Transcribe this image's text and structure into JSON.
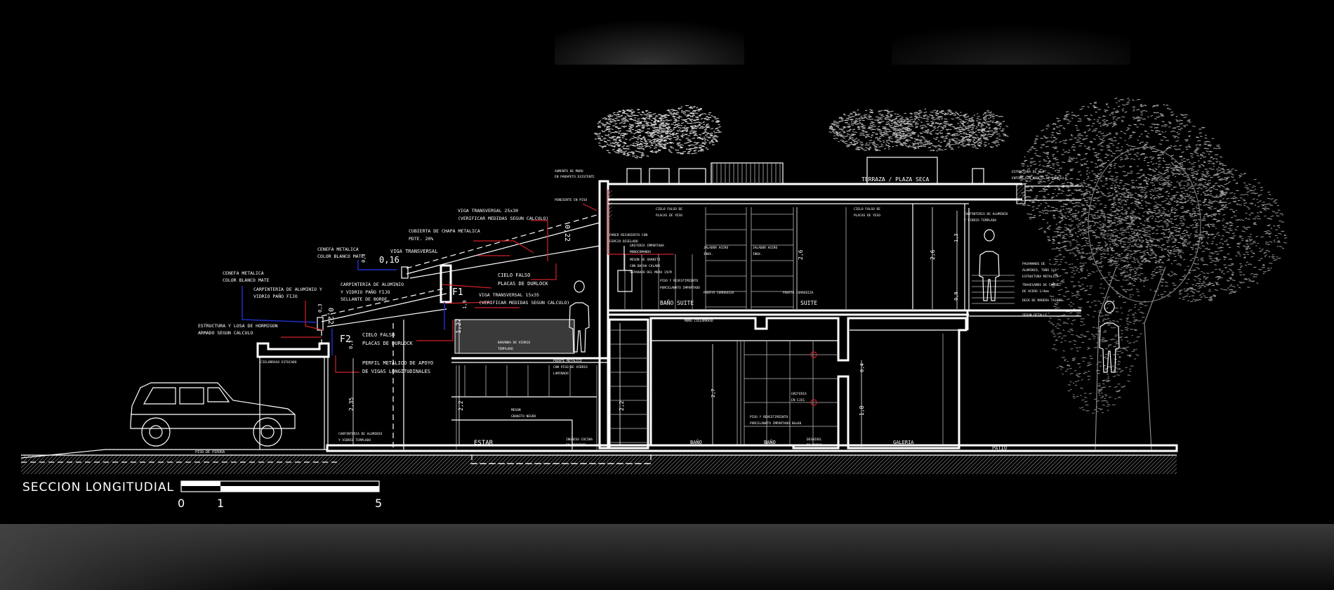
{
  "title": "SECCION LONGITUDIAL",
  "scale": {
    "labels": [
      "0",
      "1",
      "5"
    ],
    "unit_marks": [
      0,
      1,
      5
    ]
  },
  "colors": {
    "background": "#000000",
    "lines": "#ffffff",
    "leader_red": "#d0202a",
    "leader_blue": "#2030d0"
  },
  "labels": {
    "cenefa1": [
      "CENEFA METALICA",
      "COLOR BLANCO MATE"
    ],
    "carp1": [
      "CARPINTERIA DE ALUMINIO Y",
      "VIDRIO PAÑO FIJO"
    ],
    "estructura": [
      "ESTRUCTURA Y LOSA DE HORMIGON",
      "ARMADO SEGUN CALCULO"
    ],
    "cenefa2": [
      "CENEFA METALICA",
      "COLOR BLANCO MATE"
    ],
    "viga": [
      "VIGA TRANSVERSAL"
    ],
    "cubierta": [
      "CUBIERTA DE CHAPA METALICA",
      "PDTE. 20%"
    ],
    "viga2530": [
      "VIGA TRANSVERSAL 25x30",
      "(VERIFICAR MEDIDAS SEGUN CALCULO)"
    ],
    "carp2": [
      "CARPINTERIA DE ALUMINIO",
      "Y VIDRIO PAÑO FIJO"
    ],
    "sellante": [
      "SELLANTE DE BORDE"
    ],
    "cielo1": [
      "CIELO FALSO",
      "PLACAS DE DURLOCK"
    ],
    "viga1535": [
      "VIGA TRANSVERSAL 15x35",
      "(VERIFICAR MEDIDAS SEGUN CALCULO)"
    ],
    "cielo2": [
      "CIELO FALSO",
      "PLACAS DE DURLOCK"
    ],
    "perfil": [
      "PERFIL METALICO DE APOYO",
      "DE VIGAS LONGITUDINALES"
    ],
    "cielorraso": [
      "CIELORRASO ESTUCADO"
    ],
    "carp3": [
      "CARPINTERIA DE ALUMINIO",
      "Y VIDRIO TEMPLADO"
    ],
    "piso_piedra": [
      "PISO DE PIEDRA"
    ],
    "baranda": [
      "BARANDA DE VIDRIO",
      "TEMPLADO"
    ],
    "puente": [
      "PUENTE METALICO",
      "CON PISO DE VIDRIO",
      "LAMINADO"
    ],
    "meson": [
      "MESON",
      "GRANITO NEGRO"
    ],
    "estar": [
      "ESTAR"
    ],
    "ingreso": [
      "INGRESO COCINA",
      "EN DESNIVEL"
    ],
    "aumento": [
      "AUMENTO DE MURO",
      "EN PARAPETO EXISTENTE"
    ],
    "pendiente": [
      "PENDIENTE EN PISO"
    ],
    "cielo_yeso1": [
      "CIELO FALSO DE",
      "PLACAS DE YESO"
    ],
    "pared": [
      "PARED RECUBIERTA CON",
      "ESPEJO BISELADO"
    ],
    "griferia": [
      "GRIFERIA IMPORTADA",
      "MONOCOMANDO"
    ],
    "meson2": [
      "MESON DE GRANITO",
      "CON BACHA CALADA",
      "SEPARADO DEL MURO 15CM"
    ],
    "piso1": [
      "PISO Y REVESTIMIENTO",
      "PORCELANATO IMPORTADO"
    ],
    "bano_suite": [
      "BAÑO SUITE"
    ],
    "jalador1": [
      "JALADOR ACERO",
      "INOX."
    ],
    "jalador2": [
      "JALADOR ACERO",
      "INOX."
    ],
    "puerta1": [
      "PUERTA CORREDIZA"
    ],
    "puerta2": [
      "PUERTA CORREDIZA"
    ],
    "suite": [
      "SUITE"
    ],
    "cielo_yeso2": [
      "CIELO FALSO DE",
      "PLACAS DE YESO"
    ],
    "terraza": [
      "TERRAZA / PLAZA SECA"
    ],
    "carp4": [
      "CARPINTERIA DE ALUMINIO",
      "Y VIDRIO TEMPLADO"
    ],
    "estr_ha": [
      "ESTRUCTURA DE H.A.",
      "ENTERA SIN MURETE DE LADRILLO"
    ],
    "pasamanos": [
      "PASAMANOS DE",
      "ALUMINIO, TUBO 1x3"
    ],
    "estr_met": [
      "ESTRUCTURA METALICA"
    ],
    "travesanos": [
      "TRAVESAÑOS DE CABLE",
      "DE ACERO 1/4mm"
    ],
    "deck": [
      "DECK DE MADERA TAJIBO"
    ],
    "segun": [
      "SEGUN DETALLE"
    ],
    "muro_cielo": [
      "MURO CIELORRASO"
    ],
    "griferia2": [
      "GRIFERIA",
      "EN EJES"
    ],
    "piso2": [
      "PISO Y REVESTIMIENTO",
      "PORCELANATO IMPORTADO 60x60"
    ],
    "desnivel": [
      "DESNIVEL",
      "DE DUCHA"
    ],
    "bano1": [
      "BAÑO"
    ],
    "bano2": [
      "BAÑO"
    ],
    "galeria": [
      "GALERIA"
    ],
    "patio": [
      "PATIO"
    ],
    "f1": [
      "F1"
    ],
    "f2": [
      "F2"
    ]
  },
  "dimensions": {
    "d016": "0,16",
    "d03a": "0,3",
    "d022a": "0,22",
    "d022b": "0,22",
    "d03b": "0,3",
    "d03c": "0,3",
    "d235": "2,35",
    "d127": "1,27",
    "d19": "1,9",
    "d22a": "2,2",
    "d22b": "2,2",
    "d26a": "2,6",
    "d26b": "2,6",
    "d13": "1,3",
    "d09": "0,9",
    "d27": "2,7",
    "d04": "0,4",
    "d18": "1,8"
  }
}
